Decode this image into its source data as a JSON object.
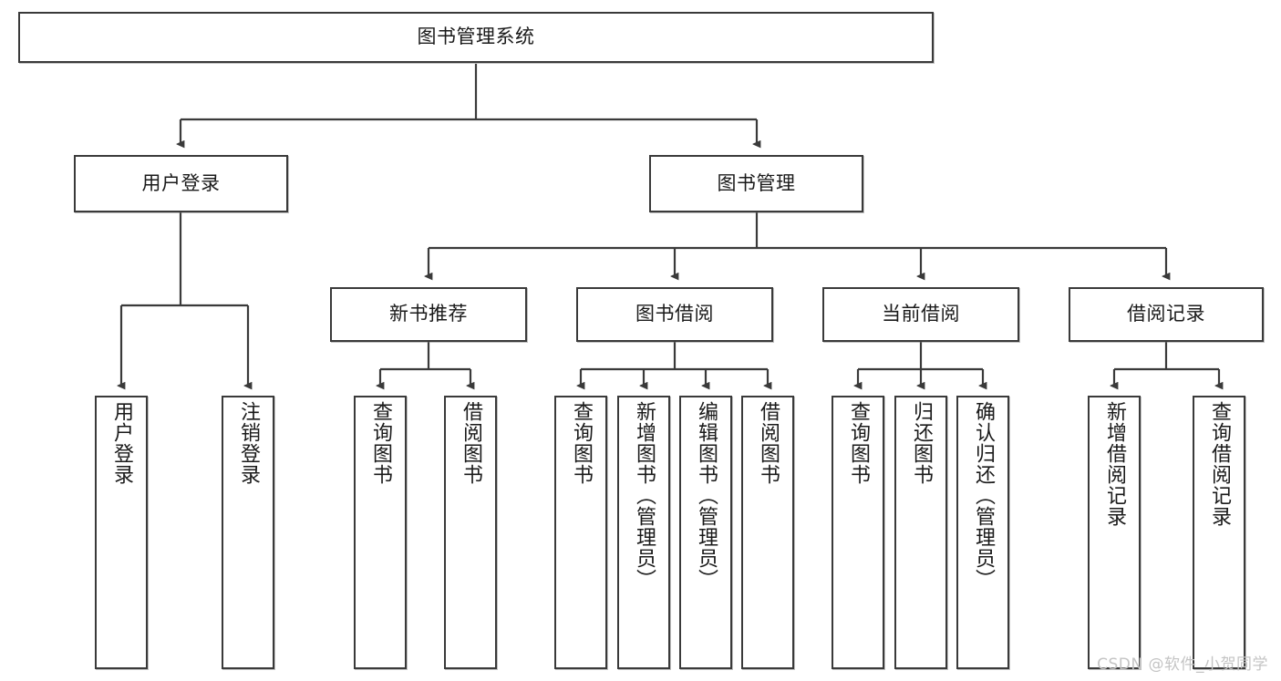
{
  "diagram": {
    "type": "tree-hierarchy",
    "title": "图书管理系统",
    "watermark": "CSDN @软件_小贺同学",
    "colors": {
      "border": "#3a3a3a",
      "background": "#ffffff",
      "text": "#1a1a1a",
      "watermark": "#c4c4c4"
    },
    "nodes": {
      "root": {
        "label": "图书管理系统",
        "level": 1
      },
      "level2": [
        {
          "id": "user-login",
          "label": "用户登录"
        },
        {
          "id": "book-manage",
          "label": "图书管理"
        }
      ],
      "level3": [
        {
          "id": "new-book-rec",
          "label": "新书推荐"
        },
        {
          "id": "book-borrow",
          "label": "图书借阅"
        },
        {
          "id": "current-borrow",
          "label": "当前借阅"
        },
        {
          "id": "borrow-record",
          "label": "借阅记录"
        }
      ],
      "leaves": {
        "user-login": [
          {
            "id": "leaf-user-login",
            "label": "用户登录"
          },
          {
            "id": "leaf-logout",
            "label": "注销登录"
          }
        ],
        "new-book-rec": [
          {
            "id": "leaf-query-book-1",
            "label": "查询图书"
          },
          {
            "id": "leaf-borrow-book-1",
            "label": "借阅图书"
          }
        ],
        "book-borrow": [
          {
            "id": "leaf-query-book-2",
            "label": "查询图书"
          },
          {
            "id": "leaf-add-book",
            "label": "新增图书（管理员）"
          },
          {
            "id": "leaf-edit-book",
            "label": "编辑图书（管理员）"
          },
          {
            "id": "leaf-borrow-book-2",
            "label": "借阅图书"
          }
        ],
        "current-borrow": [
          {
            "id": "leaf-query-book-3",
            "label": "查询图书"
          },
          {
            "id": "leaf-return-book",
            "label": "归还图书"
          },
          {
            "id": "leaf-confirm-return",
            "label": "确认归还（管理员）"
          }
        ],
        "borrow-record": [
          {
            "id": "leaf-add-record",
            "label": "新增借阅记录"
          },
          {
            "id": "leaf-query-record",
            "label": "查询借阅记录"
          }
        ]
      }
    }
  }
}
